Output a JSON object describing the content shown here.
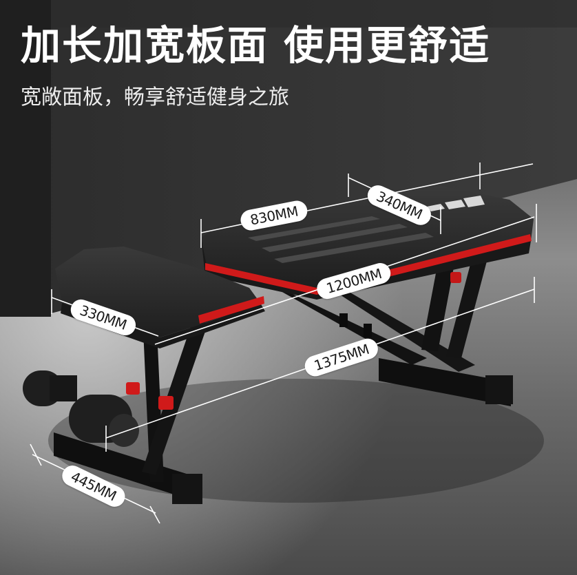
{
  "headline": "加长加宽板面 使用更舒适",
  "subtitle": "宽敞面板，畅享舒适健身之旅",
  "dimensions": {
    "backrest_length": "830MM",
    "backrest_width": "340MM",
    "bench_length": "1200MM",
    "seat_width": "330MM",
    "total_length": "1375MM",
    "base_width": "445MM"
  },
  "colors": {
    "accent": "#d01a1a",
    "pad": "#262626",
    "frame": "#111111"
  }
}
